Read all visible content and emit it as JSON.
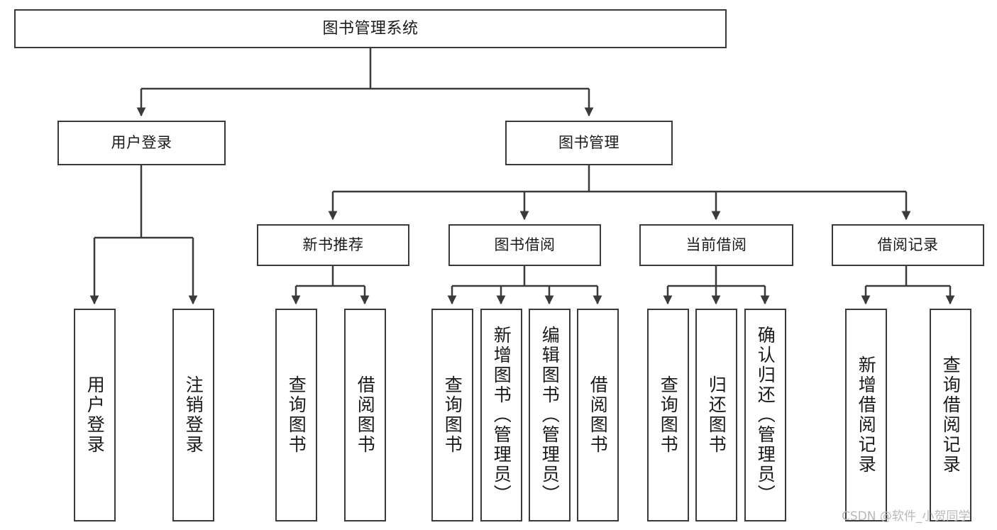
{
  "diagram": {
    "title": "图书管理系统",
    "type": "tree",
    "orientation": "top-down",
    "colors": {
      "node_border": "#3a3a3a",
      "node_fill": "#ffffff",
      "edge": "#3a3a3a",
      "text": "#1a1a1a",
      "watermark": "#b9b9b9",
      "background": "#ffffff"
    },
    "watermark": "CSDN @软件_小贺同学",
    "nodes": {
      "root": {
        "label": "图书管理系统"
      },
      "level2": [
        {
          "label": "用户登录"
        },
        {
          "label": "图书管理"
        }
      ],
      "level3": [
        {
          "label": "新书推荐"
        },
        {
          "label": "图书借阅"
        },
        {
          "label": "当前借阅"
        },
        {
          "label": "借阅记录"
        }
      ],
      "leaves": {
        "user_login": [
          {
            "label": "用户登录"
          },
          {
            "label": "注销登录"
          }
        ],
        "new_book_recommend": [
          {
            "label": "查询图书"
          },
          {
            "label": "借阅图书"
          }
        ],
        "book_borrow": [
          {
            "label": "查询图书"
          },
          {
            "label": "新增图书（管理员）"
          },
          {
            "label": "编辑图书（管理员）"
          },
          {
            "label": "借阅图书"
          }
        ],
        "current_borrow": [
          {
            "label": "查询图书"
          },
          {
            "label": "归还图书"
          },
          {
            "label": "确认归还（管理员）"
          }
        ],
        "borrow_record": [
          {
            "label": "新增借阅记录"
          },
          {
            "label": "查询借阅记录"
          }
        ]
      }
    }
  }
}
